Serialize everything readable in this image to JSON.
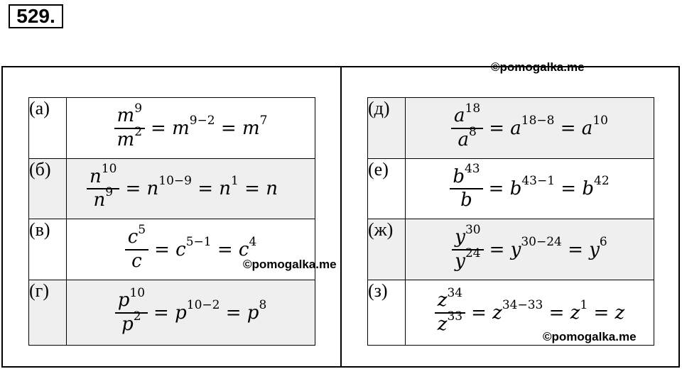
{
  "problem_number": "529.",
  "watermark": "©pomogalka.me",
  "left_table": [
    {
      "label": "(а)",
      "num_base": "m",
      "num_exp": "9",
      "den_base": "m",
      "den_exp": "2",
      "rest": [
        {
          "t": "= "
        },
        {
          "v": "m"
        },
        {
          "s": "9−2"
        },
        {
          "t": " = "
        },
        {
          "v": "m"
        },
        {
          "s": "7"
        }
      ],
      "shaded": false
    },
    {
      "label": "(б)",
      "num_base": "n",
      "num_exp": "10",
      "den_base": "n",
      "den_exp": "9",
      "rest": [
        {
          "t": "= "
        },
        {
          "v": "n"
        },
        {
          "s": "10−9"
        },
        {
          "t": " = "
        },
        {
          "v": "n"
        },
        {
          "s": "1"
        },
        {
          "t": " = "
        },
        {
          "v": "n"
        }
      ],
      "shaded": true
    },
    {
      "label": "(в)",
      "num_base": "c",
      "num_exp": "5",
      "den_base": "c",
      "den_exp": "",
      "rest": [
        {
          "t": "= "
        },
        {
          "v": "c"
        },
        {
          "s": "5−1"
        },
        {
          "t": " = "
        },
        {
          "v": "c"
        },
        {
          "s": "4"
        }
      ],
      "shaded": false
    },
    {
      "label": "(г)",
      "num_base": "p",
      "num_exp": "10",
      "den_base": "p",
      "den_exp": "2",
      "rest": [
        {
          "t": "= "
        },
        {
          "v": "p"
        },
        {
          "s": "10−2"
        },
        {
          "t": " = "
        },
        {
          "v": "p"
        },
        {
          "s": "8"
        }
      ],
      "shaded": true
    }
  ],
  "right_table": [
    {
      "label": "(д)",
      "num_base": "a",
      "num_exp": "18",
      "den_base": "a",
      "den_exp": "8",
      "rest": [
        {
          "t": "= "
        },
        {
          "v": "a"
        },
        {
          "s": "18−8"
        },
        {
          "t": " = "
        },
        {
          "v": "a"
        },
        {
          "s": "10"
        }
      ],
      "shaded": true
    },
    {
      "label": "(е)",
      "num_base": "b",
      "num_exp": "43",
      "den_base": "b",
      "den_exp": "",
      "rest": [
        {
          "t": "= "
        },
        {
          "v": "b"
        },
        {
          "s": "43−1"
        },
        {
          "t": " = "
        },
        {
          "v": "b"
        },
        {
          "s": "42"
        }
      ],
      "shaded": false
    },
    {
      "label": "(ж)",
      "num_base": "y",
      "num_exp": "30",
      "den_base": "y",
      "den_exp": "24",
      "rest": [
        {
          "t": "= "
        },
        {
          "v": "y"
        },
        {
          "s": "30−24"
        },
        {
          "t": " = "
        },
        {
          "v": "y"
        },
        {
          "s": "6"
        }
      ],
      "shaded": true
    },
    {
      "label": "(з)",
      "num_base": "z",
      "num_exp": "34",
      "den_base": "z",
      "den_exp": "33",
      "rest": [
        {
          "t": "= "
        },
        {
          "v": "z"
        },
        {
          "s": "34−33"
        },
        {
          "t": " = "
        },
        {
          "v": "z"
        },
        {
          "s": "1"
        },
        {
          "t": " = "
        },
        {
          "v": "z"
        }
      ],
      "shaded": false
    }
  ]
}
